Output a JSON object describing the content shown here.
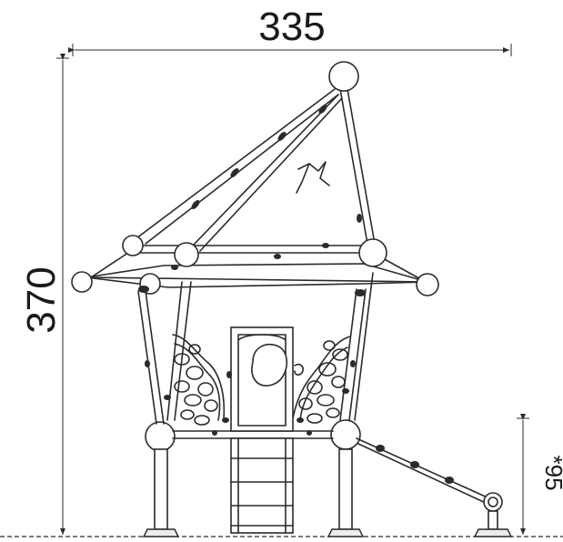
{
  "dimensions": {
    "width_label": "335",
    "height_label": "370",
    "side_label": "*95"
  }
}
